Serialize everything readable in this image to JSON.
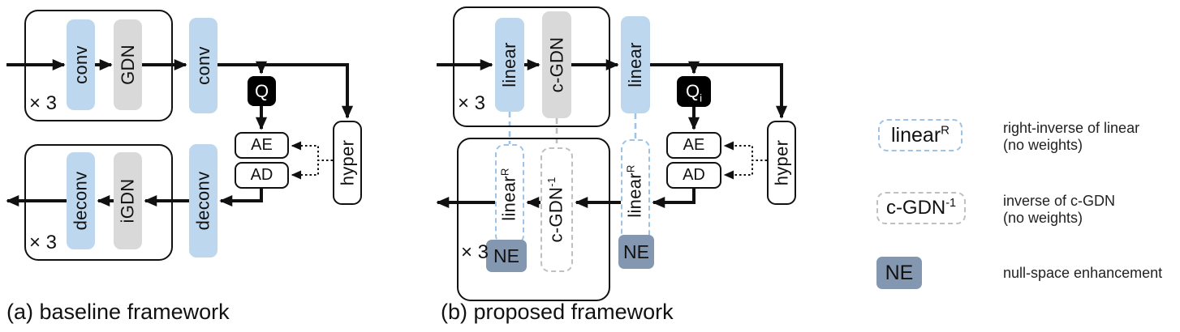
{
  "colors": {
    "block_blue": "#BDD7EE",
    "block_gray": "#D9D9D9",
    "ne_fill": "#8497B0",
    "quantizer_fill": "#000000",
    "dashed_blue_border": "#9DC3E6",
    "dashed_gray_border": "#BFBFBF",
    "line_color": "#111111"
  },
  "baseline": {
    "caption": "(a) baseline framework",
    "repeat_label": "× 3",
    "blocks": {
      "conv": "conv",
      "gdn": "GDN",
      "conv_out": "conv",
      "q": "Q",
      "ae": "AE",
      "ad": "AD",
      "hyper": "hyper",
      "deconv": "deconv",
      "igdn": "iGDN",
      "deconv_out": "deconv"
    }
  },
  "proposed": {
    "caption": "(b) proposed framework",
    "repeat_label": "× 3",
    "blocks": {
      "linear": "linear",
      "cgdn": "c-GDN",
      "linear_out": "linear",
      "q_base": "Q",
      "q_sub": "i",
      "ae": "AE",
      "ad": "AD",
      "hyper": "hyper",
      "linear_r_base": "linear",
      "linear_r_sup": "R",
      "cgdn_inv_base": "c-GDN",
      "cgdn_inv_sup": "-1",
      "ne": "NE"
    }
  },
  "legend": {
    "linear_r": {
      "label_base": "linear",
      "label_sup": "R",
      "desc_line1": "right-inverse of linear",
      "desc_line2": "(no weights)"
    },
    "cgdn_inv": {
      "label_base": "c-GDN",
      "label_sup": "-1",
      "desc_line1": "inverse of c-GDN",
      "desc_line2": "(no weights)"
    },
    "ne": {
      "label": "NE",
      "desc": "null-space enhancement"
    }
  }
}
